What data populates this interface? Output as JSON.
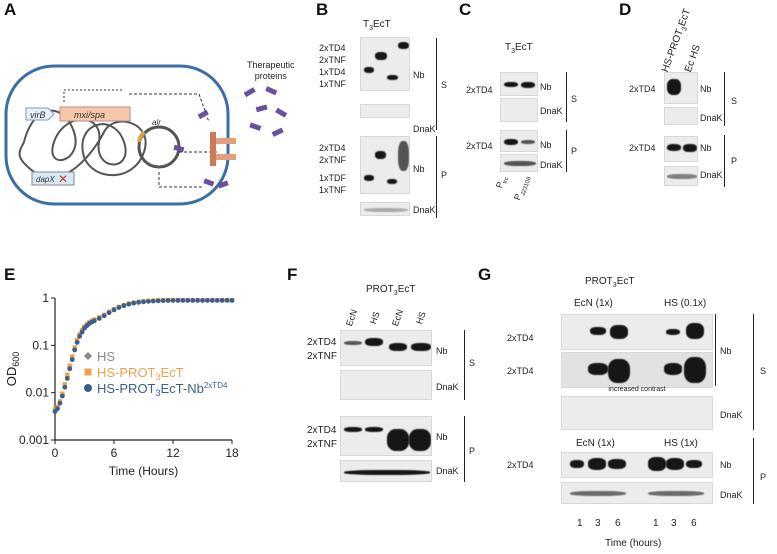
{
  "panels": {
    "A": "A",
    "B": "B",
    "C": "C",
    "D": "D",
    "E": "E",
    "F": "F",
    "G": "G"
  },
  "panel_a": {
    "therapeutic": "Therapeutic\nproteins",
    "virB": "virB",
    "mxi_spa": "mxi/spa",
    "alr": "alr",
    "dapX": "dapX"
  },
  "panel_b": {
    "title_prefix": "T",
    "title_sub": "3",
    "title_suffix": "EcT",
    "s_labels": [
      "2xTD4",
      "2xTNF",
      "1xTD4",
      "1xTNF"
    ],
    "p_labels": [
      "2xTD4",
      "2xTNF",
      "1xTDF",
      "1xTNF"
    ],
    "nb": "Nb",
    "dnak": "DnaK",
    "s": "S",
    "p": "P"
  },
  "panel_c": {
    "title_prefix": "T",
    "title_sub": "3",
    "title_suffix": "EcT",
    "label": "2xTD4",
    "nb": "Nb",
    "dnak": "DnaK",
    "s": "S",
    "p": "P",
    "promoters": [
      {
        "main": "P",
        "sub": "trc"
      },
      {
        "main": "P",
        "sub": "J23108"
      }
    ]
  },
  "panel_d": {
    "col1_prefix": "HS-PROT",
    "col1_sub": "3",
    "col1_suffix": "EcT",
    "col2": "Ec HS",
    "label": "2xTD4",
    "nb": "Nb",
    "dnak": "DnaK",
    "s": "S",
    "p": "P"
  },
  "panel_e": {
    "ylabel_main": "OD",
    "ylabel_sub": "600",
    "xlabel": "Time (Hours)",
    "legend": [
      {
        "name": "HS",
        "color": "#8a8a8a"
      },
      {
        "name_prefix": "HS-PROT",
        "name_sub": "3",
        "name_suffix": "EcT",
        "color": "#f0a14a"
      },
      {
        "name_prefix": "HS-PROT",
        "name_sub": "3",
        "name_suffix": "EcT-Nb",
        "name_sup": "2xTD4",
        "color": "#3b5f8a"
      }
    ]
  },
  "chart_data": {
    "type": "scatter",
    "xlabel": "Time (Hours)",
    "ylabel": "OD600",
    "xlim": [
      0,
      18
    ],
    "ylim": [
      0.001,
      1
    ],
    "yscale": "log",
    "xticks": [
      "0",
      "6",
      "12",
      "18"
    ],
    "yticks": [
      "0.001",
      "0.01",
      "0.1",
      "1"
    ],
    "x": [
      0,
      0.25,
      0.5,
      0.75,
      1,
      1.25,
      1.5,
      1.75,
      2,
      2.25,
      2.5,
      2.75,
      3,
      3.25,
      3.5,
      3.75,
      4,
      4.5,
      5,
      5.5,
      6,
      6.5,
      7,
      7.5,
      8,
      8.5,
      9,
      9.5,
      10,
      10.5,
      11,
      11.5,
      12,
      12.5,
      13,
      13.5,
      14,
      14.5,
      15,
      15.5,
      16,
      16.5,
      17,
      17.5,
      18
    ],
    "series": [
      {
        "name": "HS",
        "color": "#8a8a8a",
        "values": [
          0.004,
          0.0045,
          0.006,
          0.009,
          0.014,
          0.022,
          0.035,
          0.055,
          0.085,
          0.12,
          0.16,
          0.2,
          0.24,
          0.27,
          0.3,
          0.32,
          0.34,
          0.38,
          0.43,
          0.5,
          0.57,
          0.64,
          0.7,
          0.75,
          0.79,
          0.82,
          0.84,
          0.86,
          0.87,
          0.88,
          0.885,
          0.89,
          0.89,
          0.895,
          0.9,
          0.9,
          0.9,
          0.9,
          0.9,
          0.9,
          0.9,
          0.9,
          0.9,
          0.9,
          0.9
        ]
      },
      {
        "name": "HS-PROT3EcT",
        "color": "#f0a14a",
        "values": [
          0.0045,
          0.005,
          0.0065,
          0.0095,
          0.015,
          0.024,
          0.037,
          0.058,
          0.09,
          0.13,
          0.17,
          0.21,
          0.25,
          0.28,
          0.31,
          0.33,
          0.35,
          0.39,
          0.44,
          0.51,
          0.58,
          0.65,
          0.71,
          0.76,
          0.8,
          0.83,
          0.85,
          0.87,
          0.88,
          0.89,
          0.895,
          0.9,
          0.9,
          0.9,
          0.9,
          0.9,
          0.9,
          0.9,
          0.9,
          0.9,
          0.9,
          0.9,
          0.9,
          0.9,
          0.9
        ]
      },
      {
        "name": "HS-PROT3EcT-Nb2xTD4",
        "color": "#3b5f8a",
        "values": [
          0.004,
          0.0046,
          0.006,
          0.0085,
          0.013,
          0.02,
          0.032,
          0.05,
          0.08,
          0.115,
          0.155,
          0.19,
          0.23,
          0.26,
          0.29,
          0.31,
          0.33,
          0.37,
          0.42,
          0.49,
          0.56,
          0.63,
          0.69,
          0.74,
          0.78,
          0.81,
          0.83,
          0.85,
          0.86,
          0.87,
          0.88,
          0.885,
          0.89,
          0.89,
          0.89,
          0.89,
          0.89,
          0.89,
          0.89,
          0.89,
          0.89,
          0.89,
          0.89,
          0.89,
          0.89
        ]
      }
    ]
  },
  "panel_f": {
    "title_prefix": "PROT",
    "title_sub": "3",
    "title_suffix": "EcT",
    "lanes": [
      "EcN",
      "HS",
      "EcN",
      "HS"
    ],
    "labels": [
      "2xTD4",
      "2xTNF"
    ],
    "nb": "Nb",
    "dnak": "DnaK",
    "s": "S",
    "p": "P"
  },
  "panel_g": {
    "title_prefix": "PROT",
    "title_sub": "3",
    "title_suffix": "EcT",
    "group_s": [
      "EcN (1x)",
      "HS (0.1x)"
    ],
    "group_p": [
      "EcN (1x)",
      "HS (1x)"
    ],
    "label": "2xTD4",
    "increased": "increased contrast",
    "nb": "Nb",
    "dnak": "DnaK",
    "s": "S",
    "p": "P",
    "times": [
      "1",
      "3",
      "6",
      "1",
      "3",
      "6"
    ],
    "xlabel": "Time (hours)"
  }
}
